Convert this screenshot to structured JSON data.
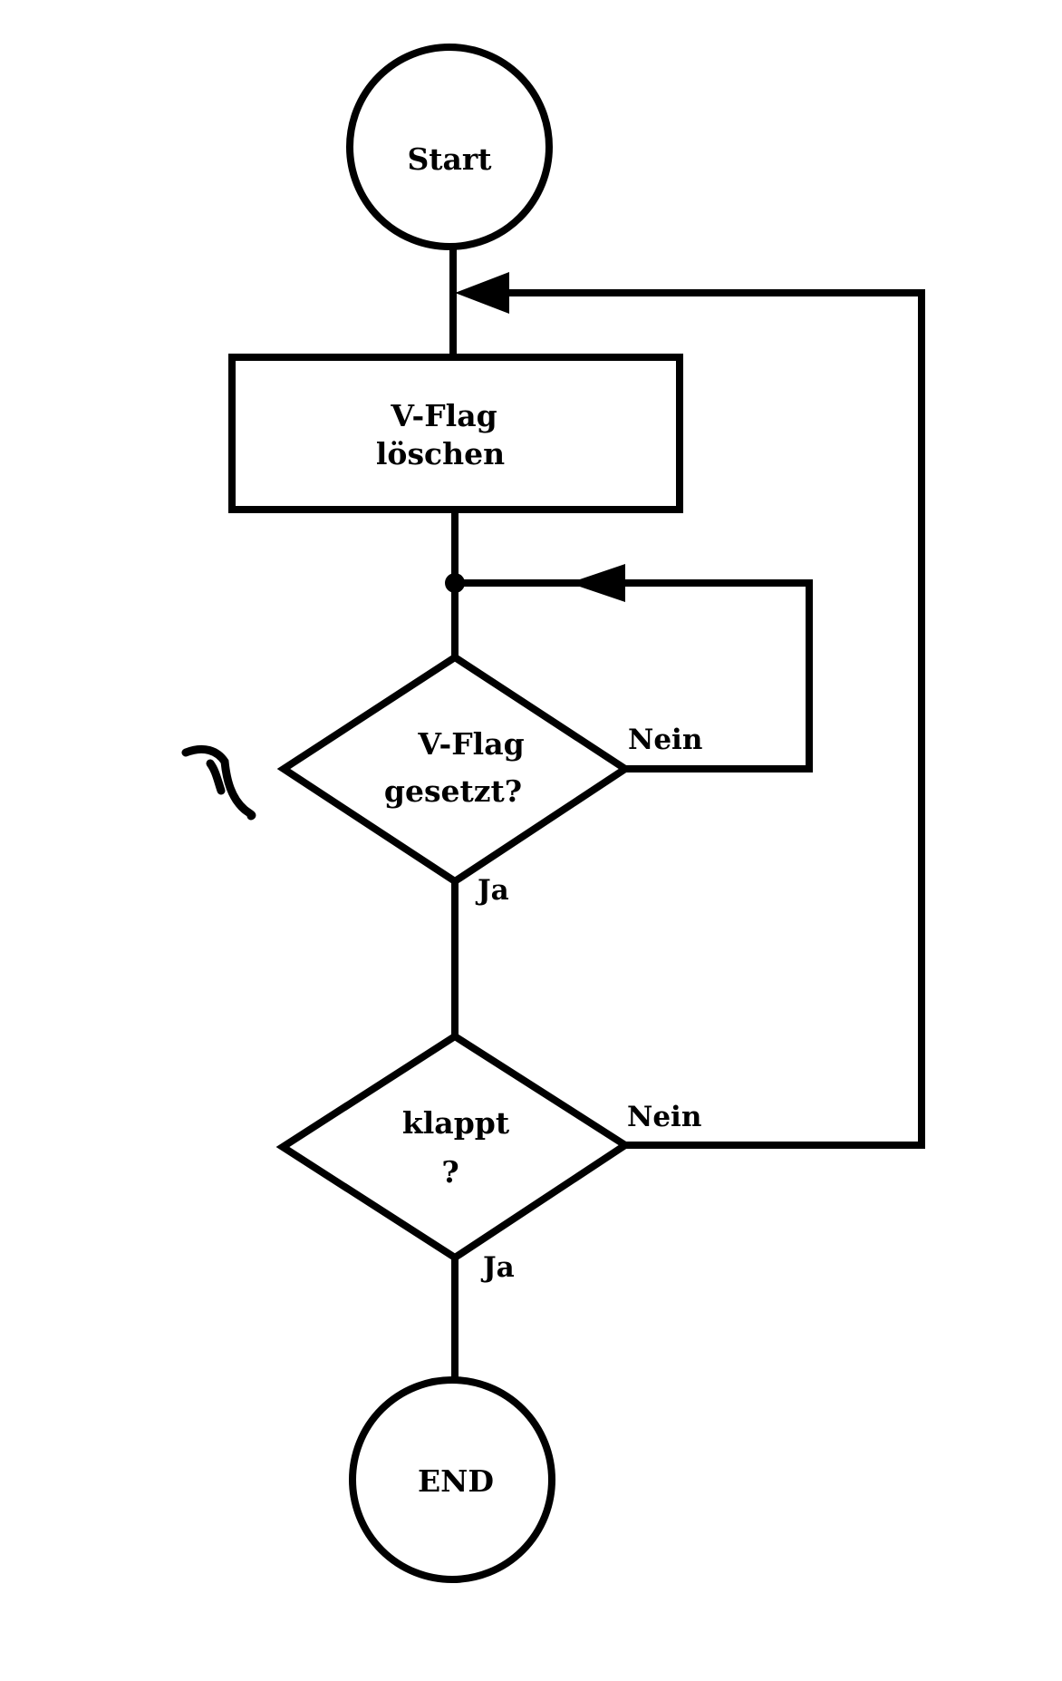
{
  "diagram": {
    "type": "flowchart",
    "colors": {
      "stroke": "#000000",
      "background": "#ffffff"
    },
    "nodes": {
      "start": {
        "shape": "circle",
        "label": "Start"
      },
      "clear_vflag": {
        "shape": "rectangle",
        "lines": [
          "V-Flag",
          "löschen"
        ]
      },
      "vflag_set": {
        "shape": "diamond",
        "lines": [
          "V-Flag",
          "gesetzt?"
        ]
      },
      "works": {
        "shape": "diamond",
        "lines": [
          "klappt",
          "?"
        ]
      },
      "end": {
        "shape": "circle",
        "label": "END"
      }
    },
    "branches": {
      "vflag_set_no": "Nein",
      "vflag_set_yes": "Ja",
      "works_no": "Nein",
      "works_yes": "Ja"
    },
    "edges": [
      {
        "from": "start",
        "to": "clear_vflag"
      },
      {
        "from": "clear_vflag",
        "to": "vflag_set"
      },
      {
        "from": "vflag_set",
        "to": "vflag_set",
        "label": "Nein",
        "note": "loops back to junction above decision"
      },
      {
        "from": "vflag_set",
        "to": "works",
        "label": "Ja"
      },
      {
        "from": "works",
        "to": "clear_vflag",
        "label": "Nein"
      },
      {
        "from": "works",
        "to": "end",
        "label": "Ja"
      }
    ],
    "annotations": [
      {
        "type": "hand-drawn-mark",
        "glyph": "squiggle"
      }
    ]
  }
}
